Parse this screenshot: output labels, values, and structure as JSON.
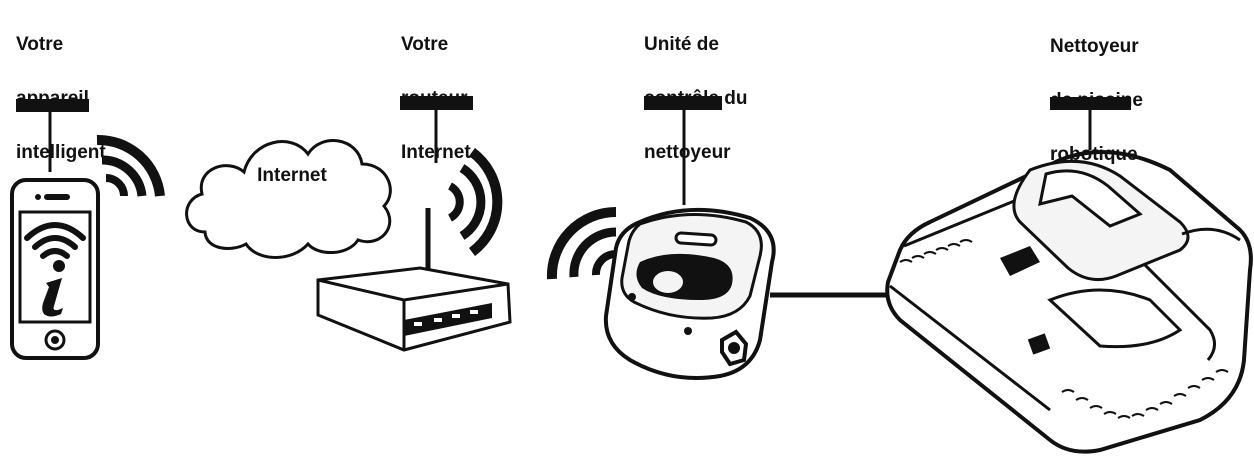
{
  "labels": {
    "device": [
      "Votre",
      "appareil",
      "intelligent"
    ],
    "router": [
      "Votre",
      "routeur",
      "Internet"
    ],
    "control_unit": [
      "Unité de",
      "contrôle du",
      "nettoyeur"
    ],
    "cleaner": [
      "Nettoyeur",
      "de piscine",
      "robotique"
    ]
  },
  "cloud_label": "Internet",
  "colors": {
    "ink": "#111111",
    "background": "#ffffff",
    "fill_light": "#f4f4f4"
  },
  "icons": [
    "smartphone-icon",
    "wifi-icon",
    "cloud-icon",
    "router-icon",
    "control-unit-icon",
    "pool-robot-icon"
  ]
}
